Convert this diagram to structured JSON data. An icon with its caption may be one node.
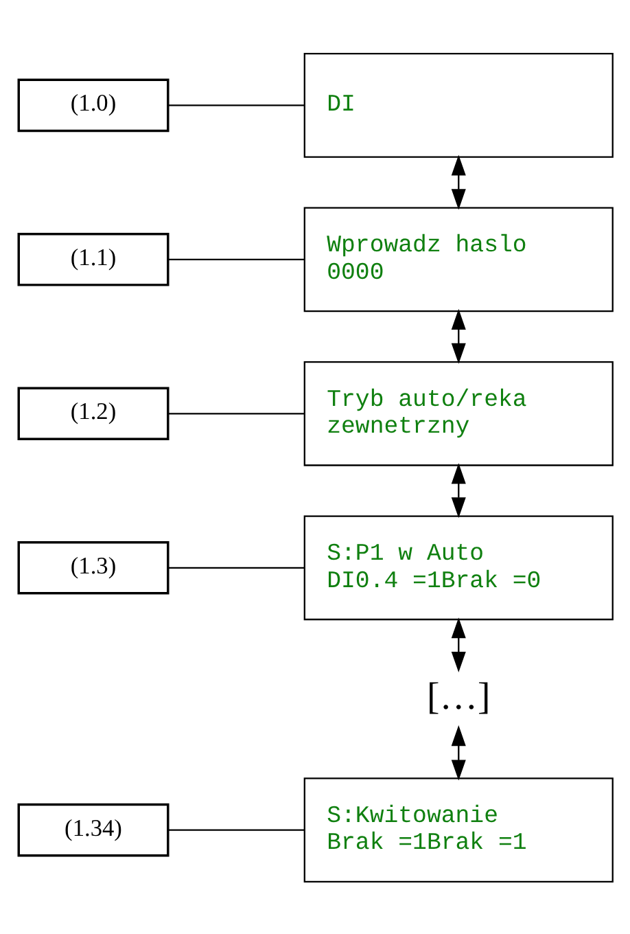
{
  "diagram": {
    "nodes": [
      {
        "text": [
          "(1.0)"
        ]
      },
      {
        "text": [
          "DI"
        ]
      },
      {
        "text": [
          "(1.1)"
        ]
      },
      {
        "text": [
          "Wprowadz haslo 0000"
        ]
      },
      {
        "text": [
          "(1.2)"
        ]
      },
      {
        "text": [
          "Tryb auto/reka zewnetrzny"
        ]
      },
      {
        "text": [
          "(1.3)"
        ]
      },
      {
        "text": [
          "S:P1 w Auto DI0.4 =1Brak =0"
        ]
      },
      {
        "text": [
          "[…]"
        ]
      },
      {
        "text": [
          "(1.34)"
        ]
      },
      {
        "text": [
          "S:Kwitowanie Brak =1Brak =1"
        ]
      }
    ],
    "edges": [
      {
        "from": 0,
        "to": 1,
        "arrow": "none"
      },
      {
        "from": 1,
        "to": 3,
        "arrow": "both"
      },
      {
        "from": 2,
        "to": 3,
        "arrow": "none"
      },
      {
        "from": 3,
        "to": 5,
        "arrow": "both"
      },
      {
        "from": 4,
        "to": 5,
        "arrow": "none"
      },
      {
        "from": 5,
        "to": 7,
        "arrow": "both"
      },
      {
        "from": 6,
        "to": 7,
        "arrow": "none"
      },
      {
        "from": 7,
        "to": 8,
        "arrow": "both"
      },
      {
        "from": 8,
        "to": 10,
        "arrow": "both"
      },
      {
        "from": 9,
        "to": 10,
        "arrow": "none"
      }
    ]
  }
}
